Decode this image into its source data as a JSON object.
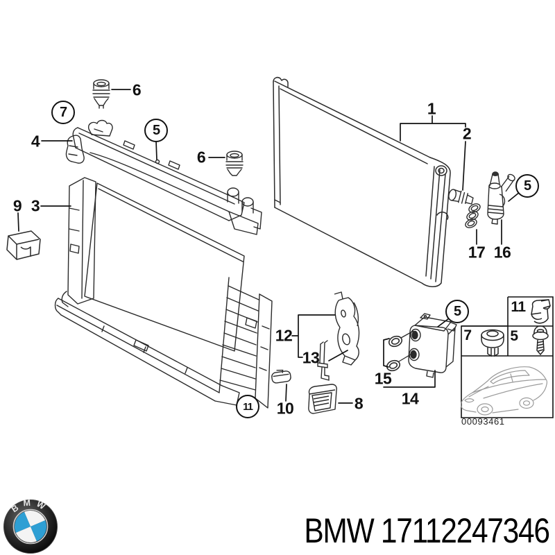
{
  "diagram": {
    "callout_labels": {
      "n1": "1",
      "n2": "2",
      "n3": "3",
      "n4": "4",
      "n5": "5",
      "n6": "6",
      "n7": "7",
      "n8": "8",
      "n9": "9",
      "n10": "10",
      "n11": "11",
      "n12": "12",
      "n13": "13",
      "n14": "14",
      "n15": "15",
      "n16": "16",
      "n17": "17"
    },
    "inset": {
      "clip_label": "11",
      "grommet_label": "7",
      "screw_label": "5",
      "code": "00093461"
    },
    "footer": {
      "part_number": "BMW 17112247346",
      "logo_letters": "BMW"
    }
  },
  "colors": {
    "line": "#2a2a2a",
    "leader": "#111111",
    "logo_blue": "#2e9fd4",
    "logo_dark": "#1a1a1a"
  }
}
